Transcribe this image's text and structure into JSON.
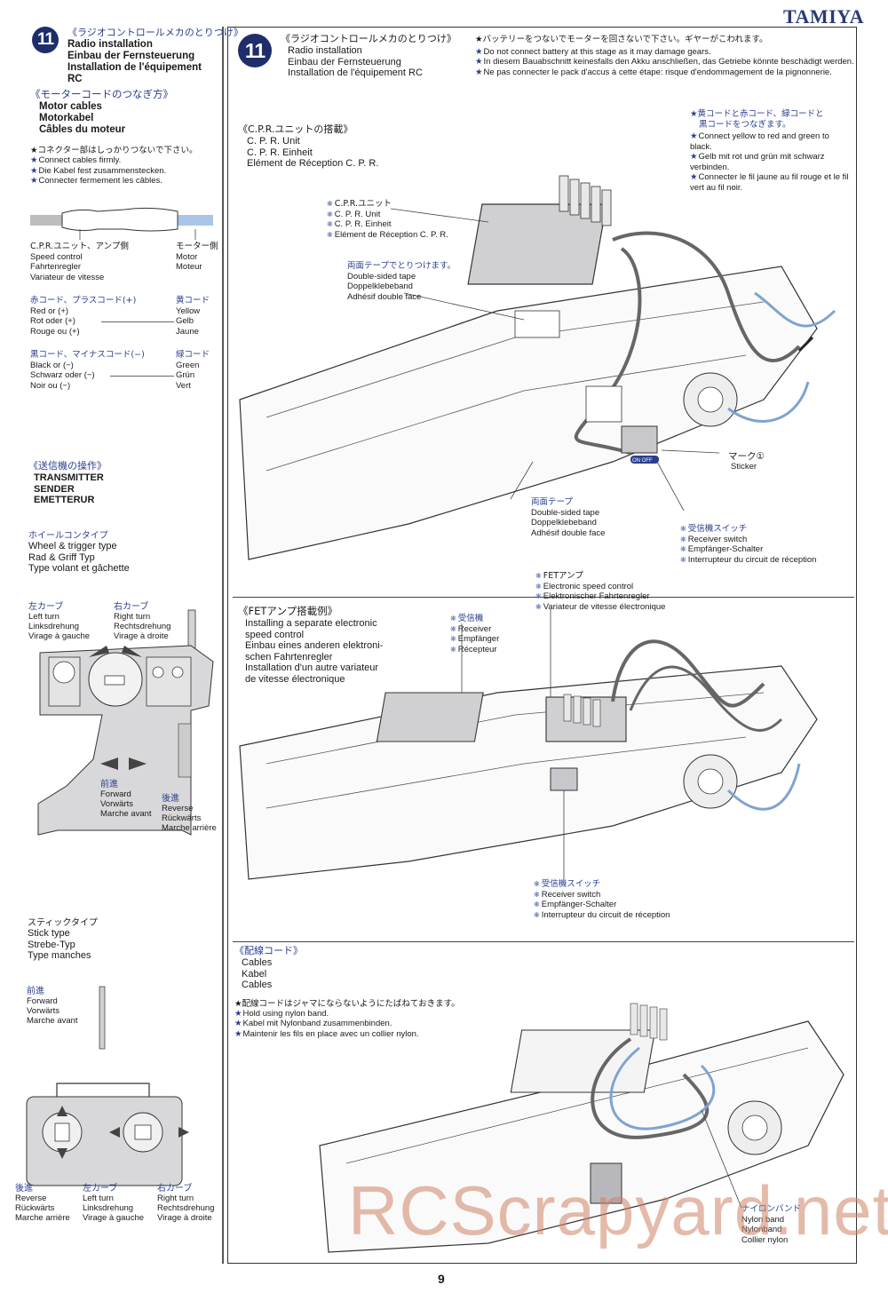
{
  "brand": "TAMIYA",
  "page_number": "9",
  "watermark": "RCScrapyard.net",
  "colors": {
    "accent_blue": "#2b3f8e",
    "badge": "#1f2d6b",
    "watermark": "#ce8264"
  },
  "sidebar": {
    "step": {
      "number": "11",
      "jp": "《ラジオコントロールメカのとりつけ》",
      "lines": [
        "Radio installation",
        "Einbau der Fernsteuerung",
        "Installation de l'équipement",
        "RC"
      ]
    },
    "motor_cables": {
      "jp": "《モーターコードのつなぎ方》",
      "lines": [
        "Motor cables",
        "Motorkabel",
        "Câbles du moteur"
      ],
      "note_jp": "★コネクター部はしっかりつないで下さい。",
      "notes": [
        "Connect cables firmly.",
        "Die Kabel fest zusammenstecken.",
        "Connecter fermement les câbles."
      ]
    },
    "connector_labels": {
      "left": {
        "jp": "C.P.R.ユニット、アンプ側",
        "lines": [
          "Speed control",
          "Fahrtenregler",
          "Variateur de vitesse"
        ]
      },
      "right": {
        "jp": "モーター側",
        "lines": [
          "Motor",
          "Moteur"
        ]
      }
    },
    "wire_pairs": [
      {
        "left_jp": "赤コード、プラスコード(+)",
        "left": [
          "Red or (+)",
          "Rot oder (+)",
          "Rouge ou (+)"
        ],
        "right_jp": "黄コード",
        "right": [
          "Yellow",
          "Gelb",
          "Jaune"
        ]
      },
      {
        "left_jp": "黒コード、マイナスコード(−)",
        "left": [
          "Black or (−)",
          "Schwarz oder (−)",
          "Noir ou (−)"
        ],
        "right_jp": "緑コード",
        "right": [
          "Green",
          "Grün",
          "Vert"
        ]
      }
    ],
    "transmitter": {
      "jp": "《送信機の操作》",
      "lines": [
        "TRANSMITTER",
        "SENDER",
        "EMETTERUR"
      ]
    },
    "wheel_type": {
      "jp": "ホイールコンタイプ",
      "lines": [
        "Wheel & trigger type",
        "Rad & Griff Typ",
        "Type volant et gâchette"
      ],
      "left_turn": {
        "jp": "左カーブ",
        "lines": [
          "Left turn",
          "Linksdrehung",
          "Virage à gauche"
        ]
      },
      "right_turn": {
        "jp": "右カーブ",
        "lines": [
          "Right turn",
          "Rechtsdrehung",
          "Virage à droite"
        ]
      },
      "forward": {
        "jp": "前進",
        "lines": [
          "Forward",
          "Vorwärts",
          "Marche avant"
        ]
      },
      "reverse": {
        "jp": "後進",
        "lines": [
          "Reverse",
          "Rückwärts",
          "Marche arrière"
        ]
      }
    },
    "stick_type": {
      "jp": "スティックタイプ",
      "lines": [
        "Stick type",
        "Strebe-Typ",
        "Type manches"
      ],
      "forward": {
        "jp": "前進",
        "lines": [
          "Forward",
          "Vorwärts",
          "Marche avant"
        ]
      },
      "reverse": {
        "jp": "後進",
        "lines": [
          "Reverse",
          "Rückwärts",
          "Marche arrière"
        ]
      },
      "left_turn": {
        "jp": "左カーブ",
        "lines": [
          "Left turn",
          "Linksdrehung",
          "Virage à gauche"
        ]
      },
      "right_turn": {
        "jp": "右カーブ",
        "lines": [
          "Right turn",
          "Rechtsdrehung",
          "Virage à droite"
        ]
      }
    }
  },
  "main": {
    "step": {
      "number": "11",
      "jp": "《ラジオコントロールメカのとりつけ》",
      "lines": [
        "Radio installation",
        "Einbau der Fernsteuerung",
        "Installation de l'équipement RC"
      ]
    },
    "warning": {
      "jp": "★バッテリーをつないでモーターを回さないで下さい。ギヤーがこわれます。",
      "lines": [
        "Do not connect battery at this stage as it may damage gears.",
        "In diesem Bauabschnitt keinesfalls den Akku anschließen, das Getriebe könnte beschädigt werden.",
        "Ne pas connecter le pack d'accus à cette étape: risque d'endommagement de la pignonnerie."
      ]
    },
    "cpr_section": {
      "jp": "《C.P.R.ユニットの搭載》",
      "lines": [
        "C. P. R. Unit",
        "C. P. R. Einheit",
        "Elément de Réception C. P. R."
      ]
    },
    "connect_note": {
      "jp": [
        "★黄コードと赤コード、緑コードと",
        "黒コードをつなぎます。"
      ],
      "lines": [
        "Connect yellow to red and green to black.",
        "Gelb mit rot und grün mit schwarz verbinden.",
        "Connecter le fil jaune au fil rouge et le fil vert au fil noir."
      ]
    },
    "cpr_unit_label": {
      "jp": "C.P.R.ユニット",
      "lines": [
        "C. P. R. Unit",
        "C. P. R. Einheit",
        "Elément de Réception C. P. R."
      ]
    },
    "tape_label_1": {
      "jp": "両面テープでとりつけます。",
      "lines": [
        "Double-sided tape",
        "Doppelklebeband",
        "Adhésif double face"
      ]
    },
    "sticker_label": {
      "jp": "マーク①",
      "lines": [
        "Sticker"
      ]
    },
    "tape_label_2": {
      "jp": "両面テープ",
      "lines": [
        "Double-sided tape",
        "Doppelklebeband",
        "Adhésif double face"
      ]
    },
    "switch_label_1": {
      "jp": "受信機スイッチ",
      "lines": [
        "Receiver switch",
        "Empfänger-Schalter",
        "Interrupteur du circuit de réception"
      ]
    },
    "switch_text": "ON OFF",
    "fet_section": {
      "jp": "《FETアンプ搭載例》",
      "lines": [
        "Installing a separate electronic",
        "speed control",
        "Einbau eines anderen elektroni-",
        "schen Fahrtenregler",
        "Installation d'un autre variateur",
        "de vitesse électronique"
      ]
    },
    "fet_amp_label": {
      "jp": "FETアンプ",
      "lines": [
        "Electronic speed control",
        "Elektronischer Fahrtenregler",
        "Variateur de vitesse électronique"
      ]
    },
    "receiver_label": {
      "jp": "受信機",
      "lines": [
        "Receiver",
        "Empfänger",
        "Récepteur"
      ]
    },
    "switch_label_2": {
      "jp": "受信機スイッチ",
      "lines": [
        "Receiver switch",
        "Empfänger-Schalter",
        "Interrupteur du circuit de réception"
      ]
    },
    "cables_section": {
      "jp": "《配線コード》",
      "lines": [
        "Cables",
        "Kabel",
        "Cables"
      ],
      "note_jp": "★配線コードはジャマにならないようにたばねておきます。",
      "notes": [
        "Hold using nylon band.",
        "Kabel mit Nylonband zusammenbinden.",
        "Maintenir les fils en place avec un collier nylon."
      ]
    },
    "nylon_label": {
      "jp": "ナイロンバンド",
      "lines": [
        "Nylon band",
        "Nylonband",
        "Collier nylon"
      ]
    }
  }
}
